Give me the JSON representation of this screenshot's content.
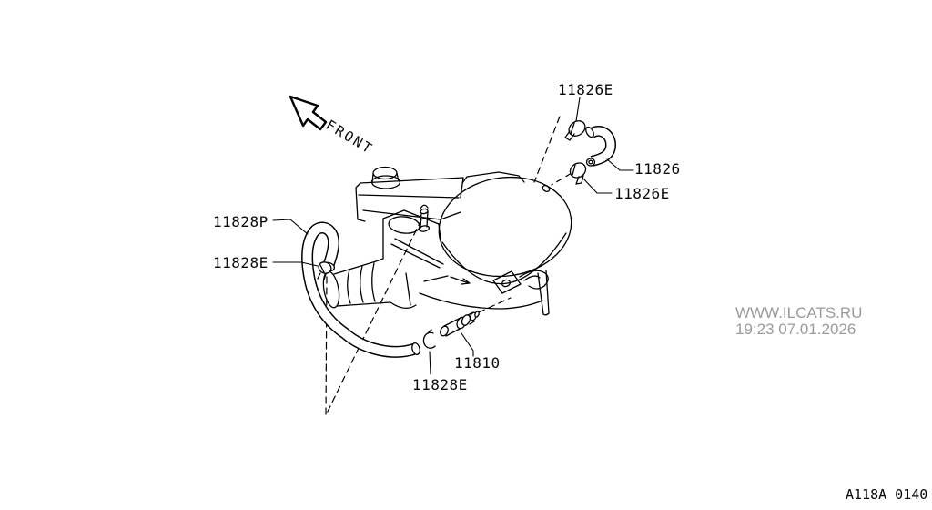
{
  "front_label": "FRONT",
  "part_labels": {
    "clamp_top": "11826E",
    "breather_hose": "11826",
    "clamp_mid": "11826E",
    "blowby_hose": "11828P",
    "clamp_left": "11828E",
    "pcv_valve": "11810",
    "clamp_bottom": "11828E"
  },
  "watermark": {
    "site": "WWW.ILCATS.RU",
    "datetime": "19:23 07.01.2026",
    "color": "#9b9b9b"
  },
  "diagram_code": "A118A 0140",
  "colors": {
    "line": "#000000",
    "background": "#ffffff",
    "watermark": "#9b9b9b"
  }
}
